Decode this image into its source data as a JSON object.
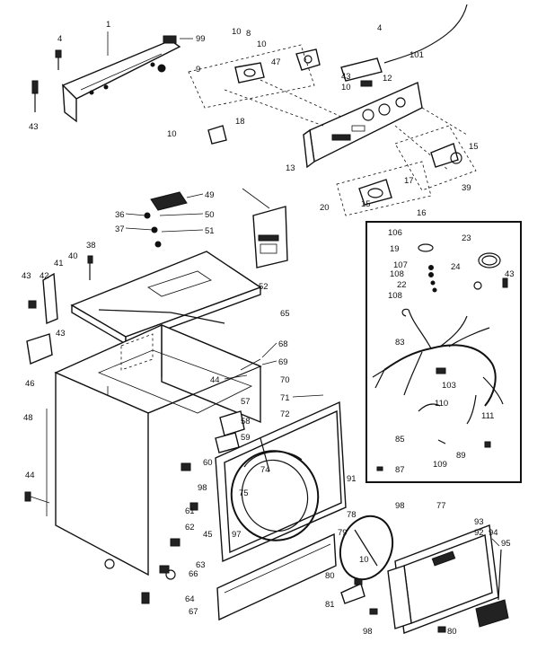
{
  "diagram": {
    "parts": [
      {
        "id": "p4a",
        "label": "4"
      },
      {
        "id": "p1",
        "label": "1"
      },
      {
        "id": "p99",
        "label": "99"
      },
      {
        "id": "p10a",
        "label": "10"
      },
      {
        "id": "p8",
        "label": "8"
      },
      {
        "id": "p10b",
        "label": "10"
      },
      {
        "id": "p4b",
        "label": "4"
      },
      {
        "id": "p9",
        "label": "9"
      },
      {
        "id": "p47",
        "label": "47"
      },
      {
        "id": "p101",
        "label": "101"
      },
      {
        "id": "p43a",
        "label": "43"
      },
      {
        "id": "p12",
        "label": "12"
      },
      {
        "id": "p10c",
        "label": "10"
      },
      {
        "id": "p43b",
        "label": "43"
      },
      {
        "id": "p10d",
        "label": "10"
      },
      {
        "id": "p18",
        "label": "18"
      },
      {
        "id": "p15",
        "label": "15"
      },
      {
        "id": "p13",
        "label": "13"
      },
      {
        "id": "p39",
        "label": "39"
      },
      {
        "id": "p17",
        "label": "17"
      },
      {
        "id": "p20",
        "label": "20"
      },
      {
        "id": "p15b",
        "label": "15"
      },
      {
        "id": "p16",
        "label": "16"
      },
      {
        "id": "p49",
        "label": "49"
      },
      {
        "id": "p36",
        "label": "36"
      },
      {
        "id": "p50",
        "label": "50"
      },
      {
        "id": "p37",
        "label": "37"
      },
      {
        "id": "p51",
        "label": "51"
      },
      {
        "id": "p38",
        "label": "38"
      },
      {
        "id": "p43c",
        "label": "43"
      },
      {
        "id": "p42",
        "label": "42"
      },
      {
        "id": "p41",
        "label": "41"
      },
      {
        "id": "p40",
        "label": "40"
      },
      {
        "id": "p52",
        "label": "52"
      },
      {
        "id": "p65",
        "label": "65"
      },
      {
        "id": "p43d",
        "label": "43"
      },
      {
        "id": "p46",
        "label": "46"
      },
      {
        "id": "p68",
        "label": "68"
      },
      {
        "id": "p69",
        "label": "69"
      },
      {
        "id": "p44a",
        "label": "44"
      },
      {
        "id": "p70",
        "label": "70"
      },
      {
        "id": "p71",
        "label": "71"
      },
      {
        "id": "p48",
        "label": "48"
      },
      {
        "id": "p57",
        "label": "57"
      },
      {
        "id": "p58",
        "label": "58"
      },
      {
        "id": "p72",
        "label": "72"
      },
      {
        "id": "p59",
        "label": "59"
      },
      {
        "id": "p74",
        "label": "74"
      },
      {
        "id": "p60",
        "label": "60"
      },
      {
        "id": "p98a",
        "label": "98"
      },
      {
        "id": "p75",
        "label": "75"
      },
      {
        "id": "p44b",
        "label": "44"
      },
      {
        "id": "p61",
        "label": "61"
      },
      {
        "id": "p62",
        "label": "62"
      },
      {
        "id": "p97",
        "label": "97"
      },
      {
        "id": "p45",
        "label": "45"
      },
      {
        "id": "p91",
        "label": "91"
      },
      {
        "id": "p98b",
        "label": "98"
      },
      {
        "id": "p77",
        "label": "77"
      },
      {
        "id": "p78",
        "label": "78"
      },
      {
        "id": "p93",
        "label": "93"
      },
      {
        "id": "p92",
        "label": "92"
      },
      {
        "id": "p94",
        "label": "94"
      },
      {
        "id": "p79",
        "label": "79"
      },
      {
        "id": "p95",
        "label": "95"
      },
      {
        "id": "p10e",
        "label": "10"
      },
      {
        "id": "p63",
        "label": "63"
      },
      {
        "id": "p66",
        "label": "66"
      },
      {
        "id": "p80a",
        "label": "80"
      },
      {
        "id": "p64",
        "label": "64"
      },
      {
        "id": "p81",
        "label": "81"
      },
      {
        "id": "p67",
        "label": "67"
      },
      {
        "id": "p98c",
        "label": "98"
      },
      {
        "id": "p80b",
        "label": "80"
      },
      {
        "id": "p106",
        "label": "106"
      },
      {
        "id": "p23",
        "label": "23"
      },
      {
        "id": "p19",
        "label": "19"
      },
      {
        "id": "p107",
        "label": "107"
      },
      {
        "id": "p24",
        "label": "24"
      },
      {
        "id": "p108a",
        "label": "108"
      },
      {
        "id": "p43e",
        "label": "43"
      },
      {
        "id": "p22",
        "label": "22"
      },
      {
        "id": "p108b",
        "label": "108"
      },
      {
        "id": "p83",
        "label": "83"
      },
      {
        "id": "p103",
        "label": "103"
      },
      {
        "id": "p110",
        "label": "110"
      },
      {
        "id": "p111",
        "label": "111"
      },
      {
        "id": "p85",
        "label": "85"
      },
      {
        "id": "p89",
        "label": "89"
      },
      {
        "id": "p109",
        "label": "109"
      },
      {
        "id": "p87",
        "label": "87"
      }
    ]
  }
}
